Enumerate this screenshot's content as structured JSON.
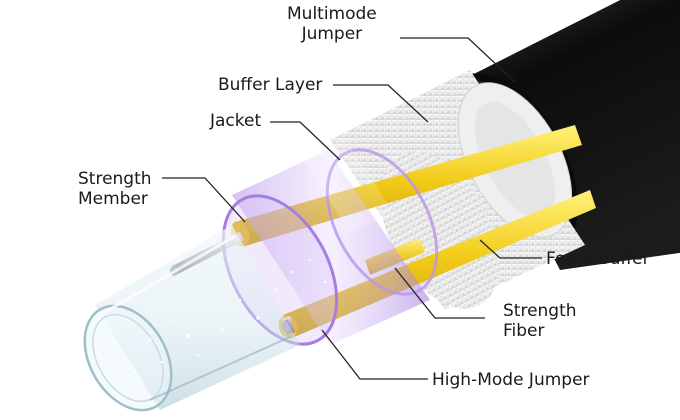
{
  "labels": {
    "multimode_jumper": {
      "line1": "Multimode",
      "line2": "Jumper"
    },
    "buffer_layer": "Buffer Layer",
    "jacket": "Jacket",
    "strength_member": {
      "line1": "Strength",
      "line2": "Member"
    },
    "foam_buffer": "Foam Buffer",
    "strength_fiber": {
      "line1": "Strength",
      "line2": "Fiber"
    },
    "high_mode_jumper": "High-Mode Jumper"
  },
  "colors": {
    "outer_cable": "#111111",
    "foam": "#f4f4f4",
    "fiber_yellow": "#f2cc1a",
    "jacket_purple": "#c6a8f0",
    "glass_tube": "#dfeef4",
    "leader_line": "#222222"
  }
}
